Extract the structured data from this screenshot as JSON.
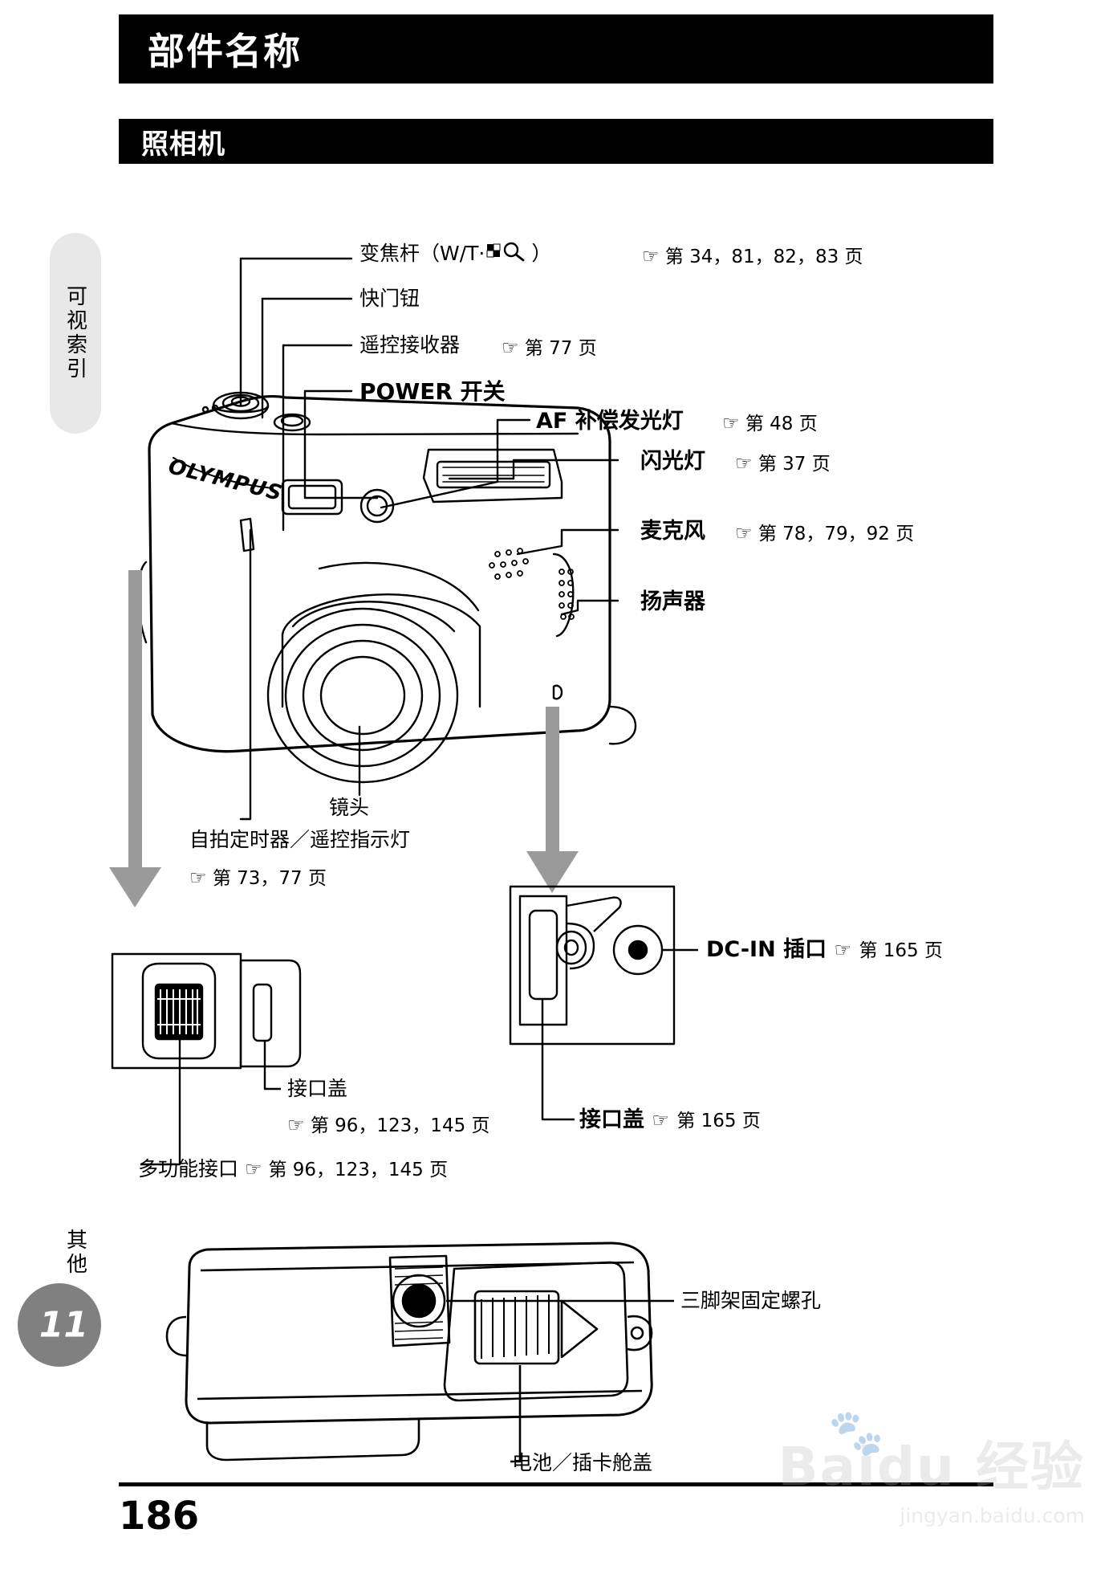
{
  "header": {
    "title": "部件名称",
    "subtitle": "照相机"
  },
  "side": {
    "index_tab": "可视索引",
    "other_tab": "其他",
    "page_badge": "11"
  },
  "footer": {
    "page_number": "186"
  },
  "camera_brand": "OLYMPUS",
  "callouts": [
    {
      "id": "zoom-lever",
      "label": "变焦杆（W/T·",
      "label2": "）",
      "ref": "第 34，81，82，83 页"
    },
    {
      "id": "shutter-button",
      "label": "快门钮",
      "ref": ""
    },
    {
      "id": "remote-receiver",
      "label": "遥控接收器",
      "ref": "第 77 页"
    },
    {
      "id": "power-switch",
      "label": "POWER 开关",
      "ref": ""
    },
    {
      "id": "af-illuminator",
      "label": "AF 补偿发光灯",
      "ref": "第 48 页"
    },
    {
      "id": "flash",
      "label": "闪光灯",
      "ref": "第 37 页"
    },
    {
      "id": "microphone",
      "label": "麦克风",
      "ref": "第 78，79，92 页"
    },
    {
      "id": "speaker",
      "label": "扬声器",
      "ref": ""
    },
    {
      "id": "lens",
      "label": "镜头",
      "ref": ""
    },
    {
      "id": "selftimer-lamp",
      "label": "自拍定时器／遥控指示灯",
      "ref": "第 73，77 页"
    },
    {
      "id": "connector-cover-1",
      "label": "接口盖",
      "ref": "第 96，123，145 页"
    },
    {
      "id": "multi-connector",
      "label": "多功能接口",
      "ref": "第 96，123，145 页"
    },
    {
      "id": "dc-in-jack",
      "label": "DC-IN 插口",
      "ref": "第 165 页"
    },
    {
      "id": "connector-cover-2",
      "label": "接口盖",
      "ref": "第 165 页"
    },
    {
      "id": "tripod-socket",
      "label": "三脚架固定螺孔",
      "ref": ""
    },
    {
      "id": "battery-cover",
      "label": "电池／插卡舱盖",
      "ref": ""
    }
  ],
  "watermark": {
    "big": "Baidu 经验",
    "small": "jingyan.baidu.com"
  },
  "colors": {
    "bar": "#000000",
    "tab": "#e8e8e8",
    "badge": "#808080",
    "line": "#000000"
  }
}
